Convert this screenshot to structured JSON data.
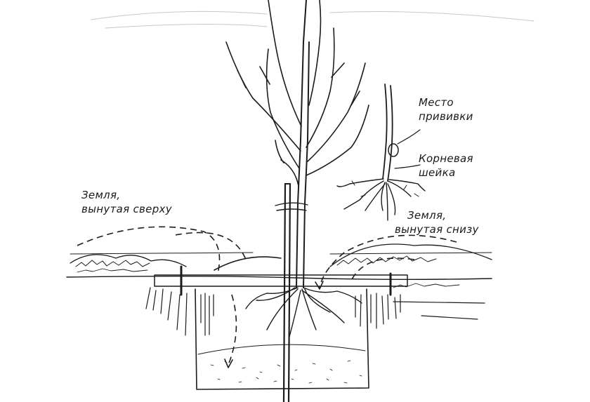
{
  "labels": {
    "graft_site": [
      "Место",
      "прививки"
    ],
    "root_collar": [
      "Корневая",
      "шейка"
    ],
    "soil_top": [
      "Земля,",
      "вынутая сверху"
    ],
    "soil_bottom": [
      "Земля,",
      "вынутая снизу"
    ]
  },
  "icons": {
    "tree": "sapling-tree-icon",
    "seedling": "seedling-detail-icon",
    "stake": "support-stake-icon"
  },
  "colors": {
    "ink": "#1c1c1c",
    "background": "#ffffff"
  }
}
